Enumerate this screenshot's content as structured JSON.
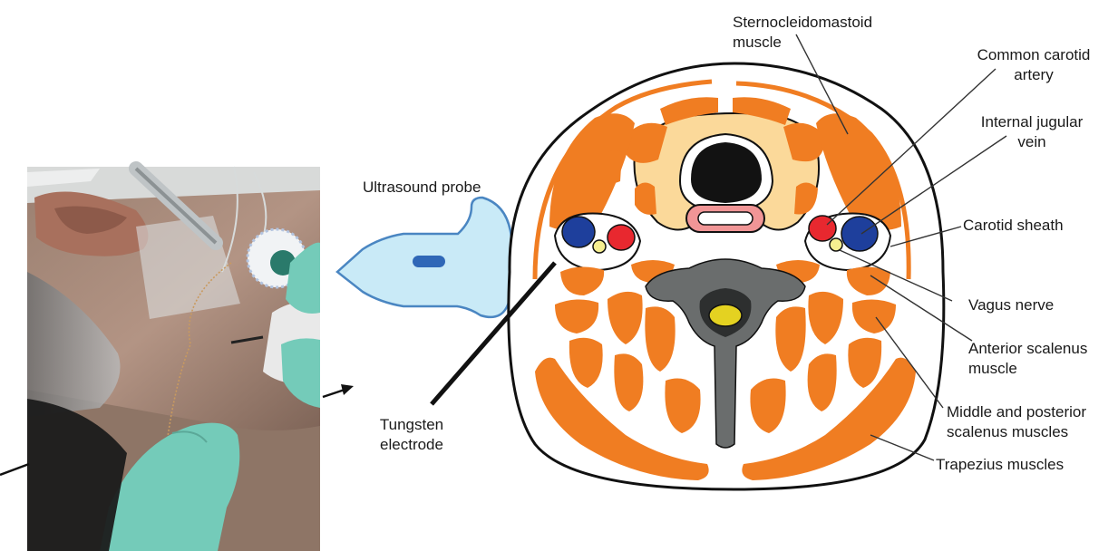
{
  "labels": {
    "scm": "Sternocleidomastoid\nmuscle",
    "cca": "Common carotid\nartery",
    "ijv": "Internal jugular\nvein",
    "probe": "Ultrasound probe",
    "sheath": "Carotid sheath",
    "vagus": "Vagus nerve",
    "anterior": "Anterior scalenus\nmuscle",
    "middle": "Middle and posterior\nscalenus muscles",
    "trapezius": "Trapezius muscles",
    "electrode": "Tungsten\nelectrode"
  },
  "colors": {
    "muscle": "#f07d22",
    "thyroid": "#fbd99a",
    "artery": "#e8282f",
    "vein": "#1e3f9c",
    "nerve": "#f6ee90",
    "vertebra": "#6a6d6d",
    "spinal_cord": "#e4d221",
    "trachea": "#121212",
    "esophagus": "#f19596",
    "probe": "#c9eaf7",
    "probe_outline": "#4a86c2",
    "glove": "#74cbb9"
  }
}
